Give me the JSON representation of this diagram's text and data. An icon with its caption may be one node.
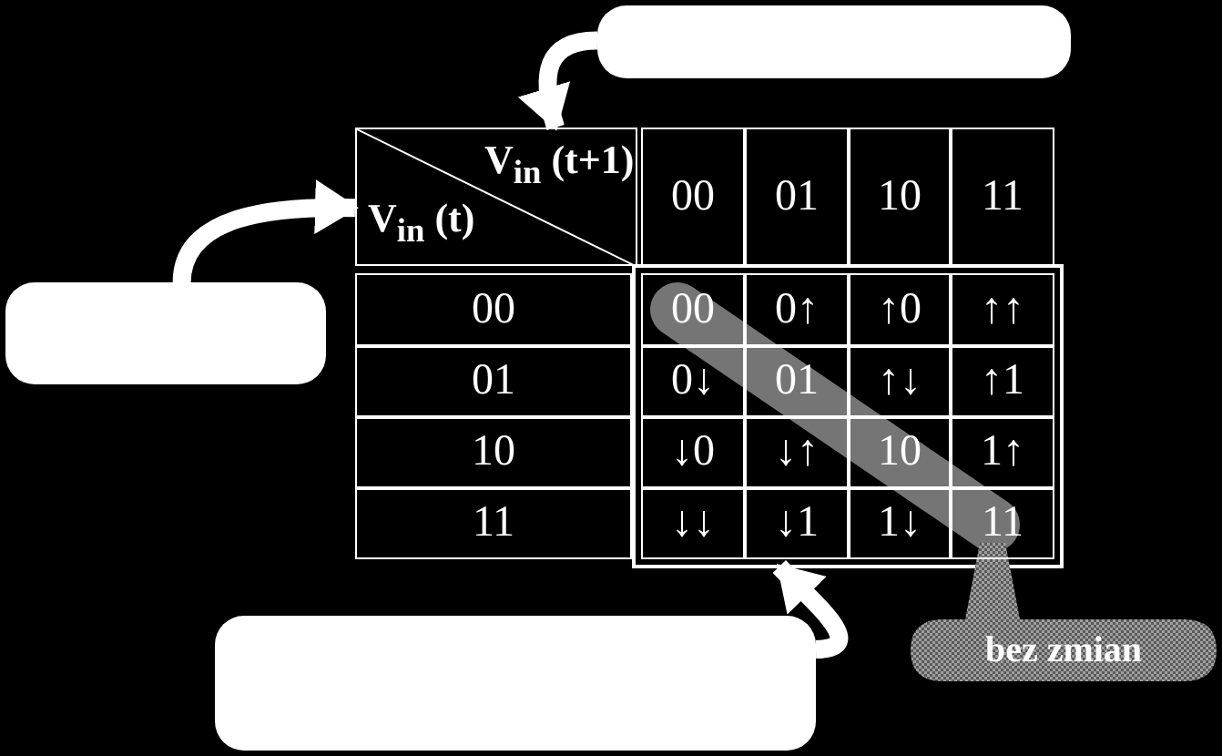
{
  "diagram": {
    "nodes": [
      {
        "text": [],
        "shape": "box"
      },
      {
        "text": [
          "V$_{in}$ (t+1)",
          "V$_{in}$ (t)"
        ]
      },
      {
        "text": [],
        "shape": "box"
      },
      {
        "text": [],
        "shape": "box"
      },
      {
        "text": [
          "bez zmian"
        ]
      },
      {
        "text": [],
        "shape": "box"
      }
    ],
    "edges": [
      {
        "from": 0,
        "to": 1,
        "arrow": "to"
      },
      {
        "from": 2,
        "to": 1,
        "arrow": "to"
      },
      {
        "from": 3,
        "to": 5,
        "arrow": "to"
      }
    ],
    "labels": [
      "00",
      "01",
      "10",
      "11",
      "00",
      "00",
      "0↑",
      "↑0",
      "↑↑",
      "01",
      "0↓",
      "01",
      "↑↓",
      "↑1",
      "10",
      "↓0",
      "↓↑",
      "10",
      "1↑",
      "11",
      "↓↓",
      "↓1",
      "1↓",
      "11"
    ]
  }
}
